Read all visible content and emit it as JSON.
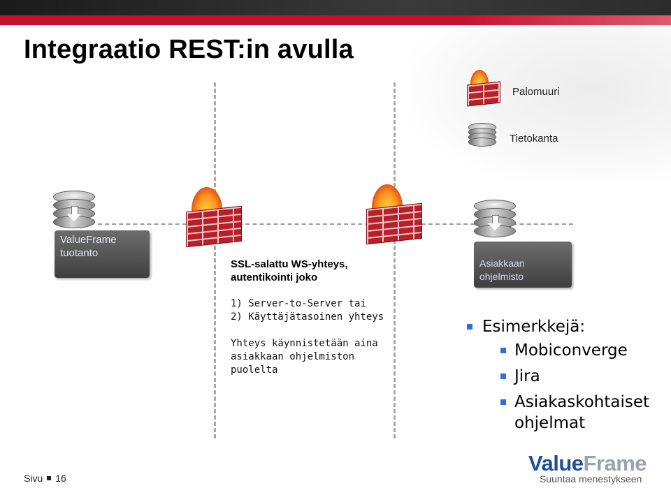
{
  "title": "Integraatio REST:in avulla",
  "legend": {
    "firewall": "Palomuuri",
    "database": "Tietokanta"
  },
  "nodes": {
    "valueframe": {
      "line1": "ValueFrame",
      "line2": "tuotanto"
    },
    "client": {
      "line1": "Asiakkaan",
      "line2": "ohjelmisto"
    }
  },
  "connection": {
    "heading_line1": "SSL-salattu WS-yhteys,",
    "heading_line2": "autentikointi joko",
    "options": [
      "1) Server-to-Server tai",
      "2) Käyttäjätasoinen yhteys"
    ],
    "note_lines": [
      "Yhteys käynnistetään aina",
      "asiakkaan ohjelmiston",
      "puolelta"
    ]
  },
  "examples": {
    "heading": "Esimerkkejä:",
    "items": [
      "Mobiconverge",
      "Jira"
    ],
    "item3_line1": "Asiakaskohtaiset",
    "item3_line2": "ohjelmat"
  },
  "footer": {
    "label": "Sivu",
    "page": "16"
  },
  "logo": {
    "part1": "Value",
    "part2": "Frame",
    "tagline": "Suuntaa menestykseen"
  },
  "colors": {
    "accent": "#c8102e",
    "bullet": "#2e6fd8",
    "brand": "#1f4f93"
  }
}
